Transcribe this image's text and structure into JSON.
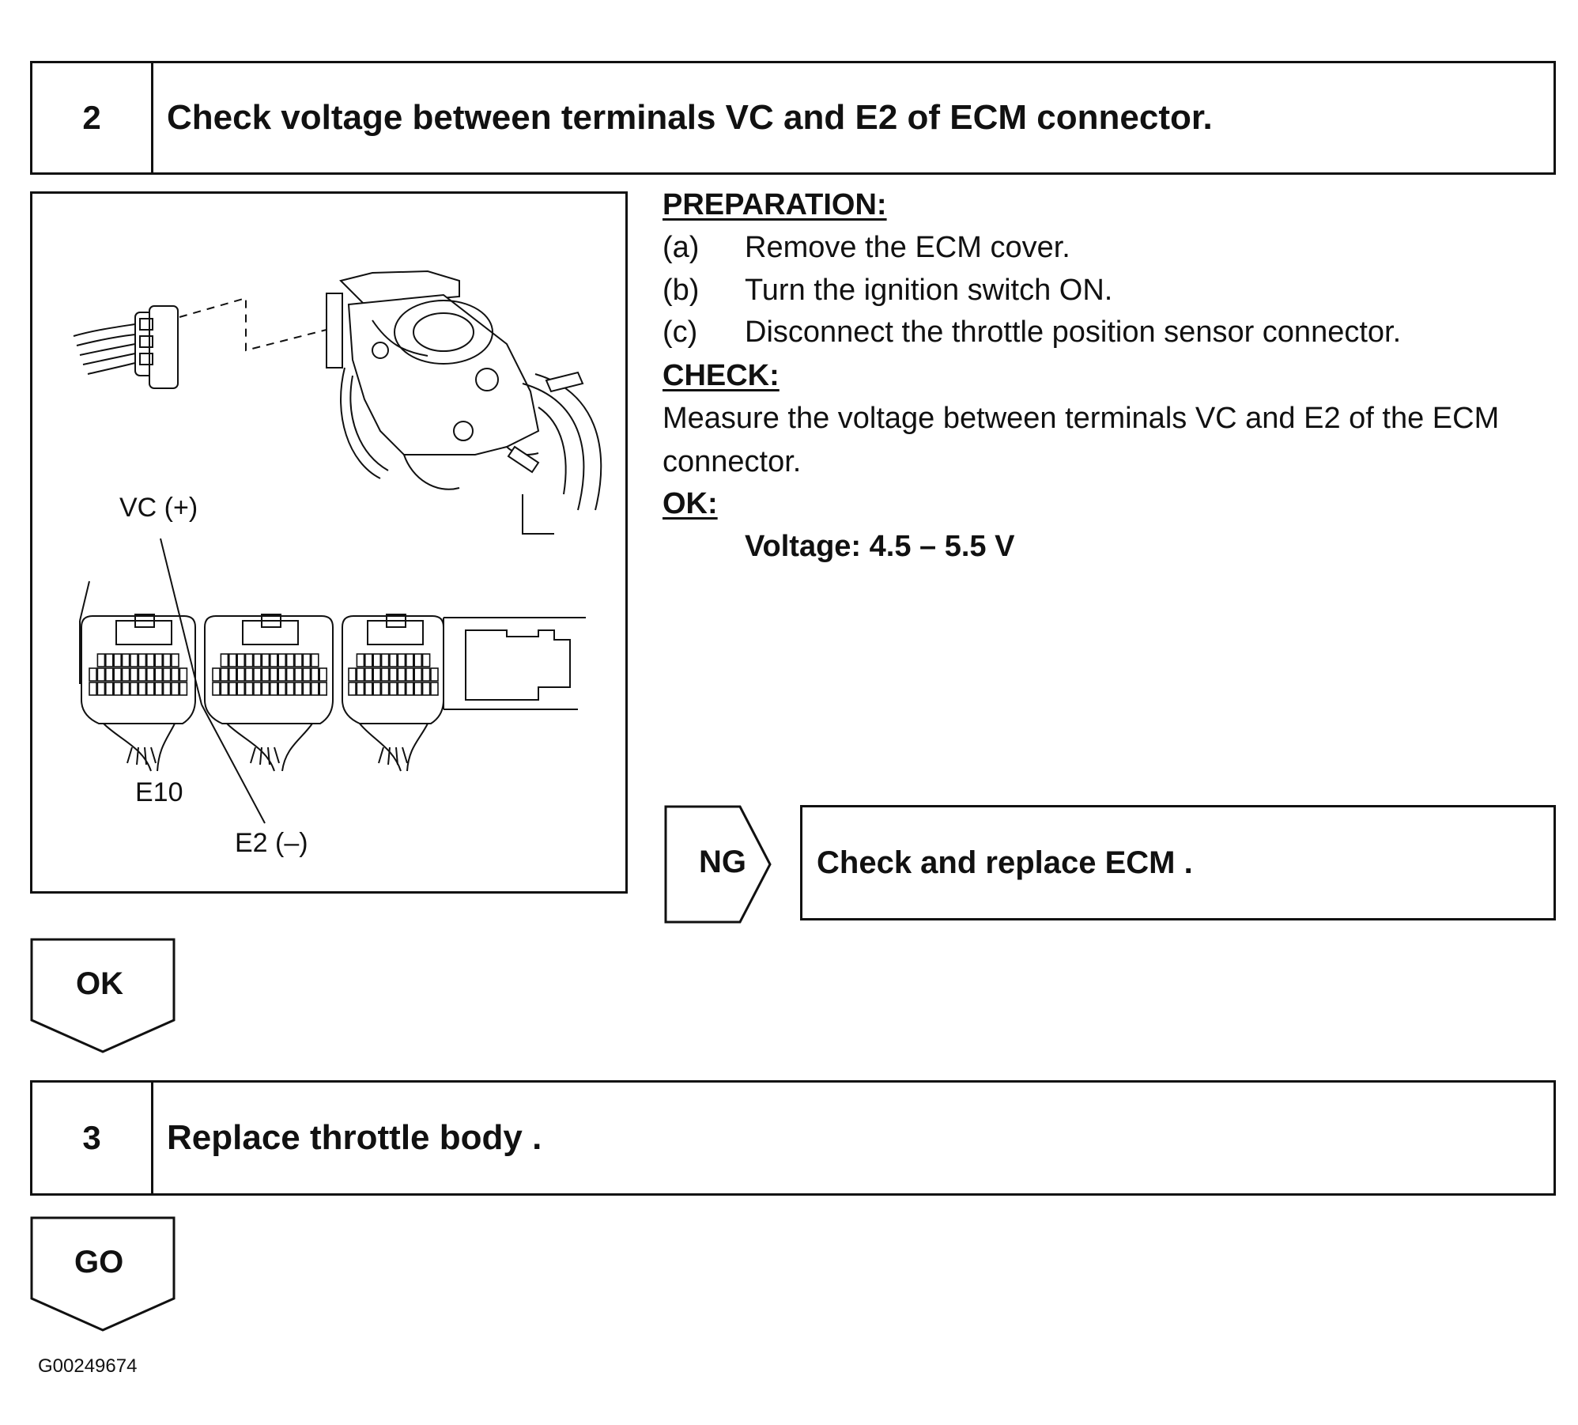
{
  "step2": {
    "number": "2",
    "title": "Check voltage between terminals VC and E2 of ECM connector."
  },
  "figure": {
    "labels": {
      "vc": "VC (+)",
      "e10": "E10",
      "e2": "E2 (–)"
    }
  },
  "preparation": {
    "heading": "PREPARATION:",
    "items": [
      {
        "label": "(a)",
        "text": "Remove the ECM cover."
      },
      {
        "label": "(b)",
        "text": "Turn the ignition switch ON."
      },
      {
        "label": "(c)",
        "text": "Disconnect the throttle position sensor connector."
      }
    ]
  },
  "check": {
    "heading": "CHECK:",
    "lines": [
      "Measure the voltage between terminals VC and E2 of the ECM",
      "connector."
    ]
  },
  "ok_spec": {
    "heading": "OK:",
    "value": "Voltage: 4.5 – 5.5 V"
  },
  "ng_branch": {
    "label": "NG",
    "action": "Check and replace ECM ."
  },
  "ok_arrow": {
    "label": "OK"
  },
  "step3": {
    "number": "3",
    "title": "Replace throttle body ."
  },
  "go_arrow": {
    "label": "GO"
  },
  "footer": {
    "id": "G00249674"
  }
}
